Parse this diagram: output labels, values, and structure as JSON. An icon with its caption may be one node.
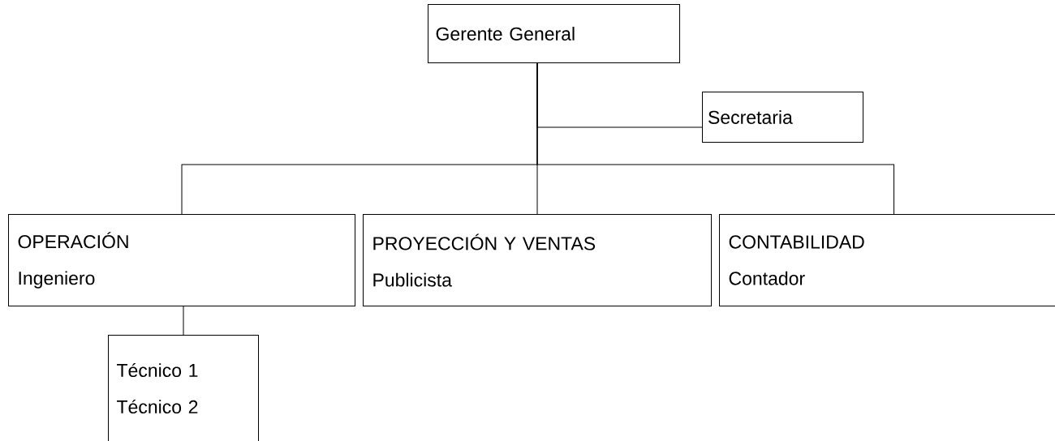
{
  "diagram": {
    "nodes": [
      {
        "text": [
          "Gerente General"
        ]
      },
      {
        "text": [
          "Secretaria"
        ]
      },
      {
        "text": [
          "OPERACIÓN",
          "Ingeniero"
        ]
      },
      {
        "text": [
          "PROYECCIÓN Y VENTAS",
          "Publicista"
        ]
      },
      {
        "text": [
          "CONTABILIDAD",
          "Contador"
        ]
      },
      {
        "text": [
          "Técnico 1",
          "Técnico 2"
        ]
      }
    ],
    "edges": [
      {
        "from": 0,
        "to": 1,
        "arrow": "none"
      },
      {
        "from": 0,
        "to": 2,
        "arrow": "none"
      },
      {
        "from": 0,
        "to": 3,
        "arrow": "none"
      },
      {
        "from": 0,
        "to": 4,
        "arrow": "none"
      },
      {
        "from": 2,
        "to": 5,
        "arrow": "none"
      }
    ]
  }
}
